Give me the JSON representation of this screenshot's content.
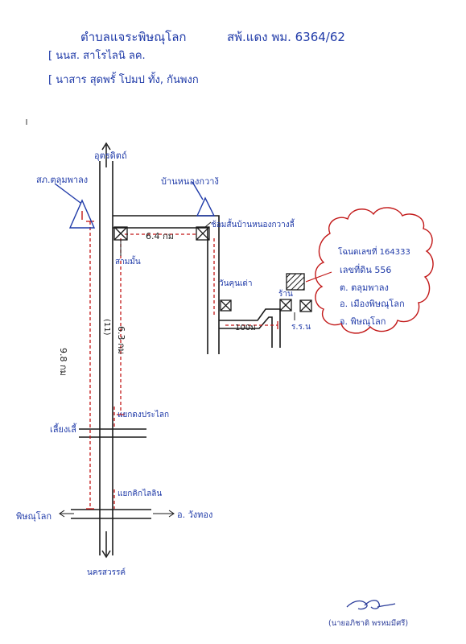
{
  "header": {
    "title": "ตำบลแจระพิษณุโลก",
    "ref": "สพ้.แดง พม. 6364/62",
    "line1": "[ นนส. สาโรไลนิ ลค.",
    "line2": "[ นาสาร สุดพรั้ โปมป ทั้ง, กันพงก"
  },
  "map": {
    "north_label": "อุตรดิตถ์",
    "south_label": "นครสวรรค์",
    "police_station_1": "สภ.ตลุมพาลง",
    "police_station_2": "บ้านหนองกวาง้",
    "junction_1": "สามมั้น",
    "junction_2": "ช้อมสั้นบ้านหนองกวางลี้",
    "temple": "วันคุนเด่า",
    "school": "ร.ร.น",
    "store": "ร้าน",
    "distance_1": "6.4 กม",
    "distance_2": "9.8 กม",
    "distance_3": "6.3 กม",
    "road_number": "(11)",
    "distance_4": "100ม",
    "intersection_1": "แยกดงประไลก",
    "intersection_2": "แยกคิกไลลิน",
    "place_left_1": "เลี้ยงเลี้",
    "place_left_2": "พิษณุโลก",
    "place_right": "อ. วังทอง",
    "bubble": {
      "line1": "โฉนดเลขที่ 164333",
      "line2": "เลขที่ดิน 556",
      "line3": "ต. ตลุมพาลง",
      "line4": "อ. เมืองพิษณุโลก",
      "line5": "จ. พิษณุโลก"
    }
  },
  "signature": {
    "name": "(นายอภิชาติ พรหมมีศรี)"
  },
  "colors": {
    "ink_blue": "#1f3aa8",
    "ink_red": "#c21818",
    "ink_black": "#1a1a1a"
  },
  "icons": [
    "triangle-marker-icon",
    "box-x-icon",
    "hatched-box-icon",
    "north-arrow-icon",
    "south-arrow-icon",
    "cloud-bubble-icon",
    "signature-icon"
  ]
}
